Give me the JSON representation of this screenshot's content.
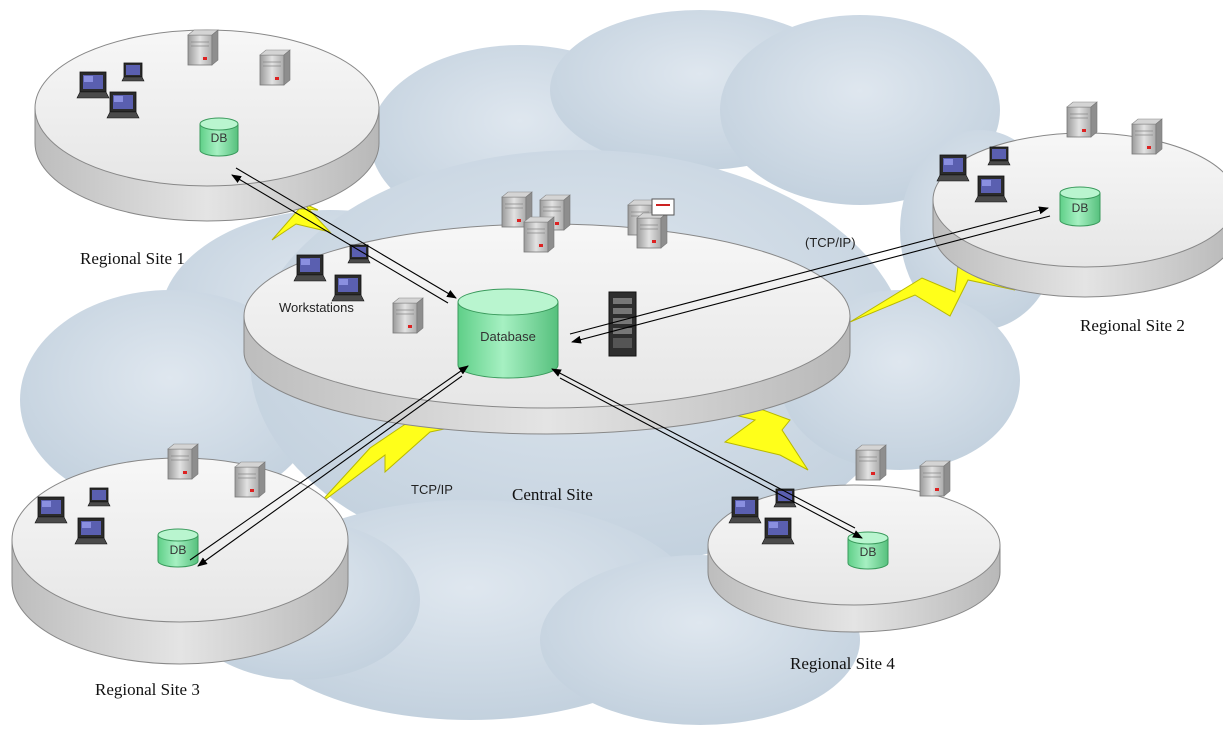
{
  "diagram": {
    "central_site": {
      "label": "Central Site",
      "database_label": "Database",
      "workstations_label": "Workstations"
    },
    "regional_sites": [
      {
        "label": "Regional Site 1",
        "db_label": "DB"
      },
      {
        "label": "Regional Site 2",
        "db_label": "DB"
      },
      {
        "label": "Regional Site 3",
        "db_label": "DB"
      },
      {
        "label": "Regional Site 4",
        "db_label": "DB"
      }
    ],
    "link_labels": {
      "site2": "(TCP/IP)",
      "site3": "TCP/IP"
    },
    "colors": {
      "platform_top": "#efefef",
      "platform_side": "#d2d2d2",
      "database": "#86e3a8",
      "lightning": "#ffff1a",
      "cloud": "#cdd9e4"
    }
  }
}
